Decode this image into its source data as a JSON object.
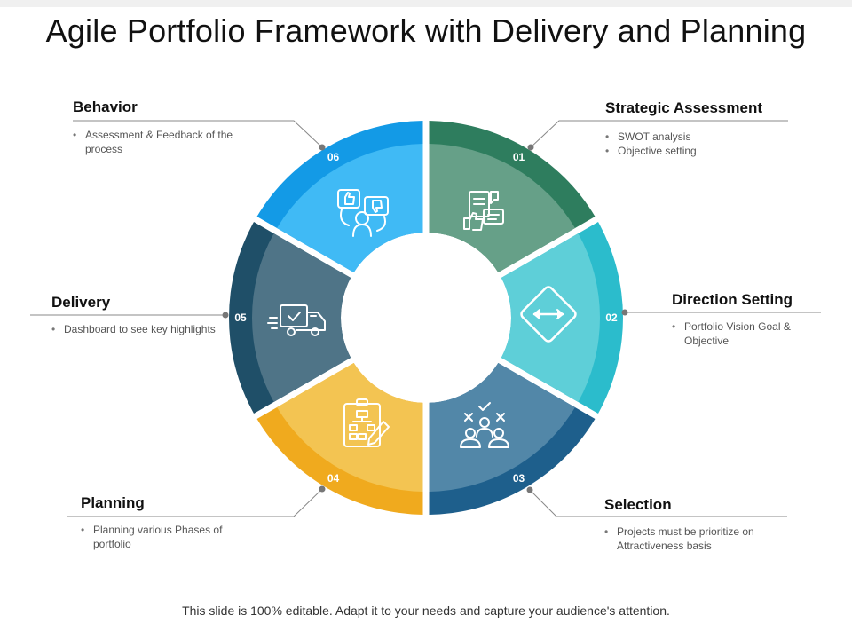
{
  "title": "Agile Portfolio Framework with Delivery and Planning",
  "footer": "This slide is 100% editable. Adapt it to your needs and capture your audience's attention.",
  "segments": [
    {
      "number": "01",
      "heading": "Strategic Assessment",
      "bullets": [
        "SWOT analysis",
        "Objective setting"
      ],
      "icon": "document-feedback-icon",
      "outer_color": "#2e7d5e",
      "inner_color": "#66a088"
    },
    {
      "number": "02",
      "heading": "Direction Setting",
      "bullets": [
        "Portfolio Vision Goal & Objective"
      ],
      "icon": "direction-sign-icon",
      "outer_color": "#2bbccc",
      "inner_color": "#5ecfd8"
    },
    {
      "number": "03",
      "heading": "Selection",
      "bullets": [
        "Projects must be prioritize on Attractiveness basis"
      ],
      "icon": "team-selection-icon",
      "outer_color": "#1e5f8c",
      "inner_color": "#5287a8"
    },
    {
      "number": "04",
      "heading": "Planning",
      "bullets": [
        "Planning various  Phases of portfolio"
      ],
      "icon": "clipboard-flowchart-icon",
      "outer_color": "#f0aa1e",
      "inner_color": "#f3c452"
    },
    {
      "number": "05",
      "heading": "Delivery",
      "bullets": [
        "Dashboard to see key highlights"
      ],
      "icon": "delivery-truck-icon",
      "outer_color": "#1f4f68",
      "inner_color": "#4f7487"
    },
    {
      "number": "06",
      "heading": "Behavior",
      "bullets": [
        "Assessment & Feedback of the process"
      ],
      "icon": "feedback-person-icon",
      "outer_color": "#139ae6",
      "inner_color": "#40baf5"
    }
  ]
}
